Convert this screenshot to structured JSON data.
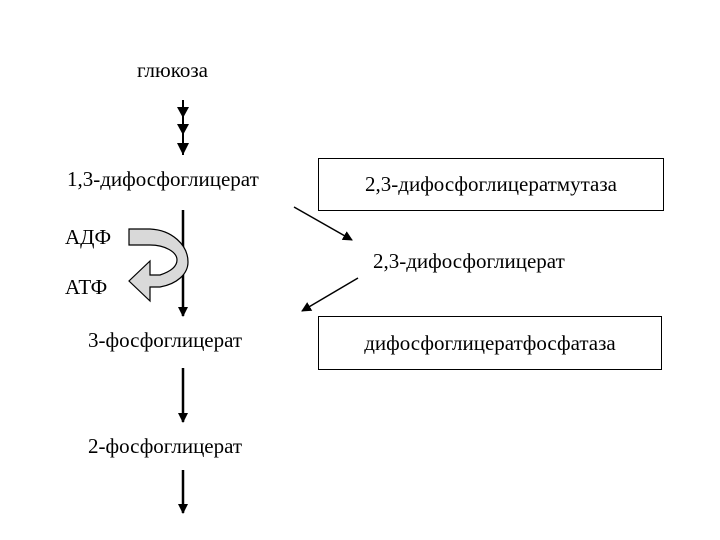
{
  "nodes": {
    "glucose": "глюкоза",
    "bpg13": "1,3-дифосфоглицерат",
    "mutase": "2,3-дифосфоглицератмутаза",
    "bpg23": "2,3-дифосфоглицерат",
    "adp": "АДФ",
    "atp": "АТФ",
    "pg3": "3-фосфоглицерат",
    "phosphatase": "дифосфоглицератфосфатаза",
    "pg2": "2-фосфоглицерат"
  },
  "colors": {
    "stroke": "#000000",
    "curve_fill": "#d9d9d9"
  }
}
